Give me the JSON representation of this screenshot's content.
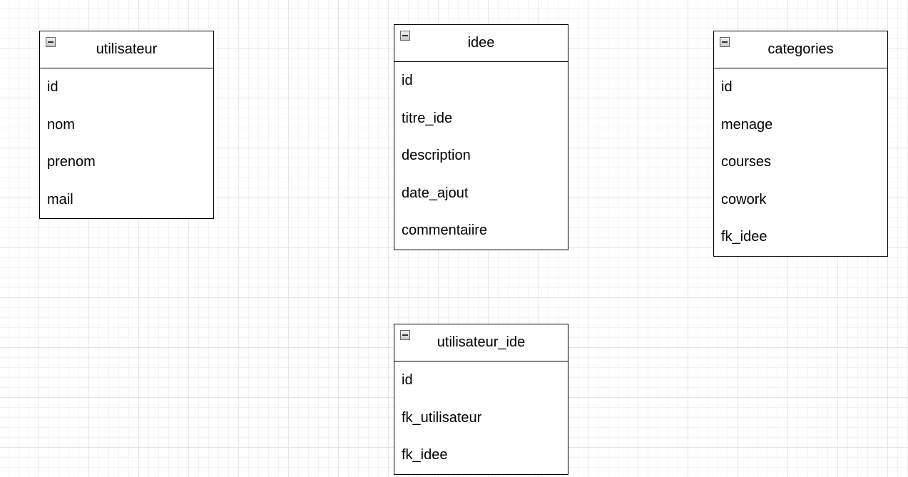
{
  "tables": [
    {
      "key": "utilisateur",
      "title": "utilisateur",
      "fields": [
        "id",
        "nom",
        "prenom",
        "mail"
      ]
    },
    {
      "key": "idee",
      "title": "idee",
      "fields": [
        "id",
        "titre_ide",
        "description",
        "date_ajout",
        "commentaiire"
      ]
    },
    {
      "key": "categories",
      "title": "categories",
      "fields": [
        "id",
        "menage",
        "courses",
        "cowork",
        "fk_idee"
      ]
    },
    {
      "key": "utilisateur_ide",
      "title": "utilisateur_ide",
      "fields": [
        "id",
        "fk_utilisateur",
        "fk_idee"
      ]
    }
  ]
}
